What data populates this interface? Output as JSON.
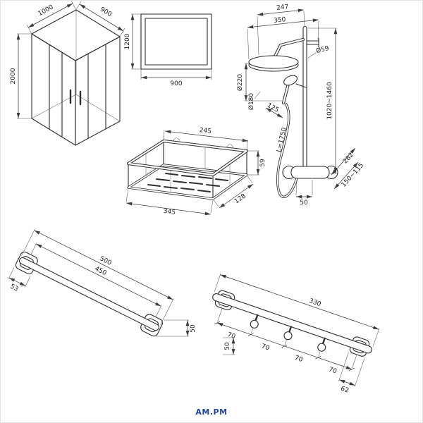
{
  "page": {
    "brand": "AM.PM",
    "brand_color": "#2242a8",
    "line_color": "#2e2e2e"
  },
  "figures": {
    "enclosure": {
      "width": "1000",
      "depth": "900",
      "height": "2000"
    },
    "panel": {
      "height": "1200",
      "width": "900"
    },
    "shower_system": {
      "arm_offset": "247",
      "head_offset": "350",
      "head_diameter": "Ø220",
      "head_inner_diameter": "Ø180",
      "pipe_diameter": "Ø59",
      "hand_shower_length": "125",
      "hose_length": "L=1750",
      "height_range": "1020~1460",
      "spout_reach": "282",
      "wall_distance": "150~115",
      "base_spacing": "50"
    },
    "basket": {
      "depth": "245",
      "width": "345",
      "side": "128",
      "height": "59"
    },
    "towel_holder": {
      "overall_width": "500",
      "mount_centers": "450",
      "flange_width": "53",
      "flange_height": "50"
    },
    "hook_rail": {
      "overall_width": "330",
      "spacing_1": "70",
      "spacing_2": "70",
      "spacing_3": "70",
      "spacing_4": "70",
      "flange_height": "50",
      "flange_width": "62"
    }
  }
}
